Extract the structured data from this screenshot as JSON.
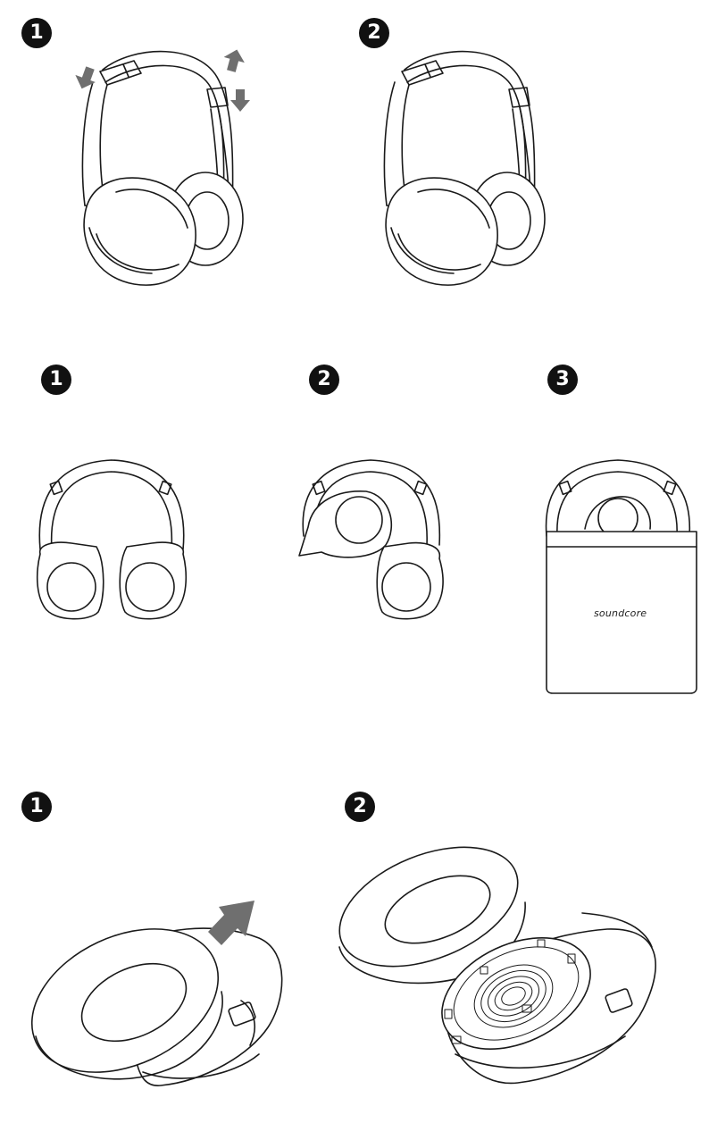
{
  "sections": [
    {
      "id": "adjust",
      "steps": [
        "1",
        "2"
      ]
    },
    {
      "id": "fold-store",
      "steps": [
        "1",
        "2",
        "3"
      ],
      "pouch_brand": "soundcore"
    },
    {
      "id": "earpad-replace",
      "steps": [
        "1",
        "2"
      ]
    }
  ],
  "colors": {
    "line": "#1a1a1a",
    "arrow": "#6f6f6f",
    "badge": "#111111"
  },
  "icons": [
    "up-arrow-icon",
    "down-arrow-icon",
    "pull-arrow-icon"
  ]
}
